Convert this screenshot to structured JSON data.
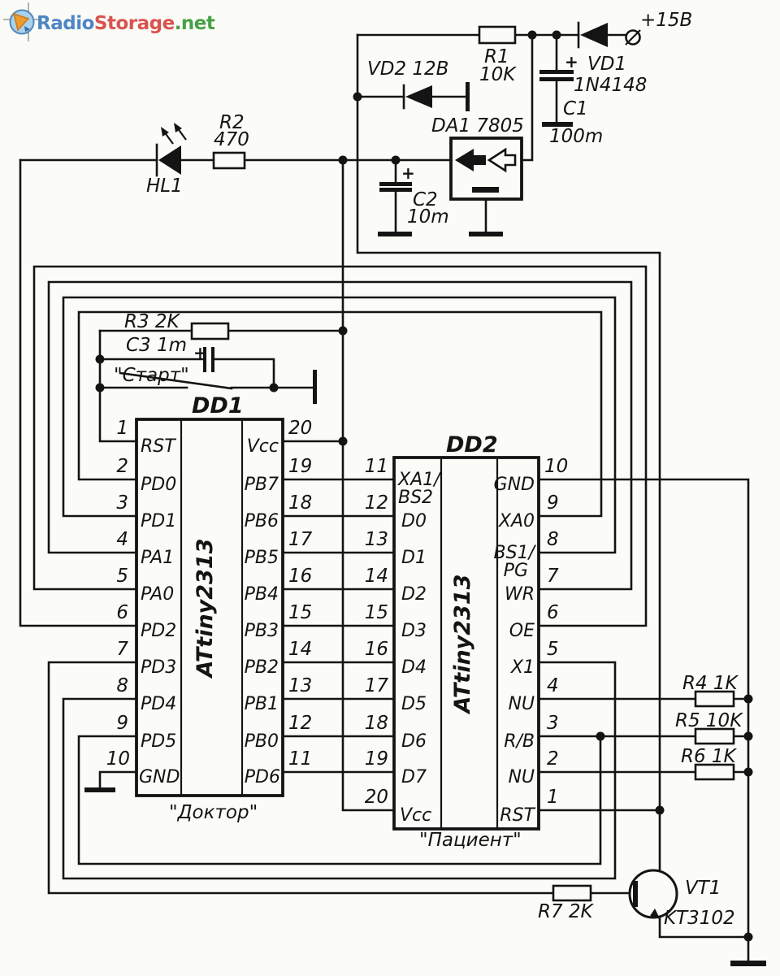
{
  "logo": {
    "part1": "Radio",
    "part2": "Storage",
    "part3": ".net",
    "colors": {
      "part1": "#4f86c6",
      "part2": "#d9534f",
      "part3": "#45a145",
      "mark_orange": "#ef9b2d",
      "mark_blue": "#a9d2ee"
    }
  },
  "schematic": {
    "line_color": "#141414",
    "power": {
      "terminal": "+15В",
      "vd1_name": "VD1",
      "vd1_value": "1N4148",
      "r1_name": "R1",
      "r1_value": "10K",
      "c1_name": "C1",
      "c1_value": "100m",
      "vd2": "VD2 12В",
      "regulator": "DA1 7805",
      "c2_name": "C2",
      "c2_value": "10m",
      "plus": "+"
    },
    "led": {
      "name": "HL1",
      "r2_name": "R2",
      "r2_value": "470"
    },
    "reset_circuit": {
      "r3": "R3 2K",
      "c3": "C3 1m",
      "button": "\"Старт\"",
      "plus": "+"
    },
    "dd1": {
      "designator": "DD1",
      "part": "ATtiny2313",
      "caption": "\"Доктор\"",
      "left_pins": [
        {
          "num": "1",
          "label": "RST"
        },
        {
          "num": "2",
          "label": "PD0"
        },
        {
          "num": "3",
          "label": "PD1"
        },
        {
          "num": "4",
          "label": "PA1"
        },
        {
          "num": "5",
          "label": "PA0"
        },
        {
          "num": "6",
          "label": "PD2"
        },
        {
          "num": "7",
          "label": "PD3"
        },
        {
          "num": "8",
          "label": "PD4"
        },
        {
          "num": "9",
          "label": "PD5"
        },
        {
          "num": "10",
          "label": "GND"
        }
      ],
      "right_pins": [
        {
          "num": "20",
          "label": "Vcc"
        },
        {
          "num": "19",
          "label": "PB7"
        },
        {
          "num": "18",
          "label": "PB6"
        },
        {
          "num": "17",
          "label": "PB5"
        },
        {
          "num": "16",
          "label": "PB4"
        },
        {
          "num": "15",
          "label": "PB3"
        },
        {
          "num": "14",
          "label": "PB2"
        },
        {
          "num": "13",
          "label": "PB1"
        },
        {
          "num": "12",
          "label": "PB0"
        },
        {
          "num": "11",
          "label": "PD6"
        }
      ]
    },
    "dd2": {
      "designator": "DD2",
      "part": "ATtiny2313",
      "caption": "\"Пациент\"",
      "left_pins": [
        {
          "num": "11",
          "label": "XA1/",
          "label2": "BS2"
        },
        {
          "num": "12",
          "label": "D0"
        },
        {
          "num": "13",
          "label": "D1"
        },
        {
          "num": "14",
          "label": "D2"
        },
        {
          "num": "15",
          "label": "D3"
        },
        {
          "num": "16",
          "label": "D4"
        },
        {
          "num": "17",
          "label": "D5"
        },
        {
          "num": "18",
          "label": "D6"
        },
        {
          "num": "19",
          "label": "D7"
        },
        {
          "num": "20",
          "label": "Vcc"
        }
      ],
      "right_pins": [
        {
          "num": "10",
          "label": "GND"
        },
        {
          "num": "9",
          "label": "XA0"
        },
        {
          "num": "8",
          "label": "BS1/",
          "label2": "PG"
        },
        {
          "num": "7",
          "label": "WR"
        },
        {
          "num": "6",
          "label": "OE"
        },
        {
          "num": "5",
          "label": "X1"
        },
        {
          "num": "4",
          "label": "NU"
        },
        {
          "num": "3",
          "label": "R/B"
        },
        {
          "num": "2",
          "label": "NU"
        },
        {
          "num": "1",
          "label": "RST"
        }
      ]
    },
    "right_resistors": {
      "r4": "R4 1K",
      "r5": "R5 10K",
      "r6": "R6 1K"
    },
    "vt1": {
      "designator": "VT1",
      "part": "KT3102",
      "r7": "R7 2K"
    }
  }
}
